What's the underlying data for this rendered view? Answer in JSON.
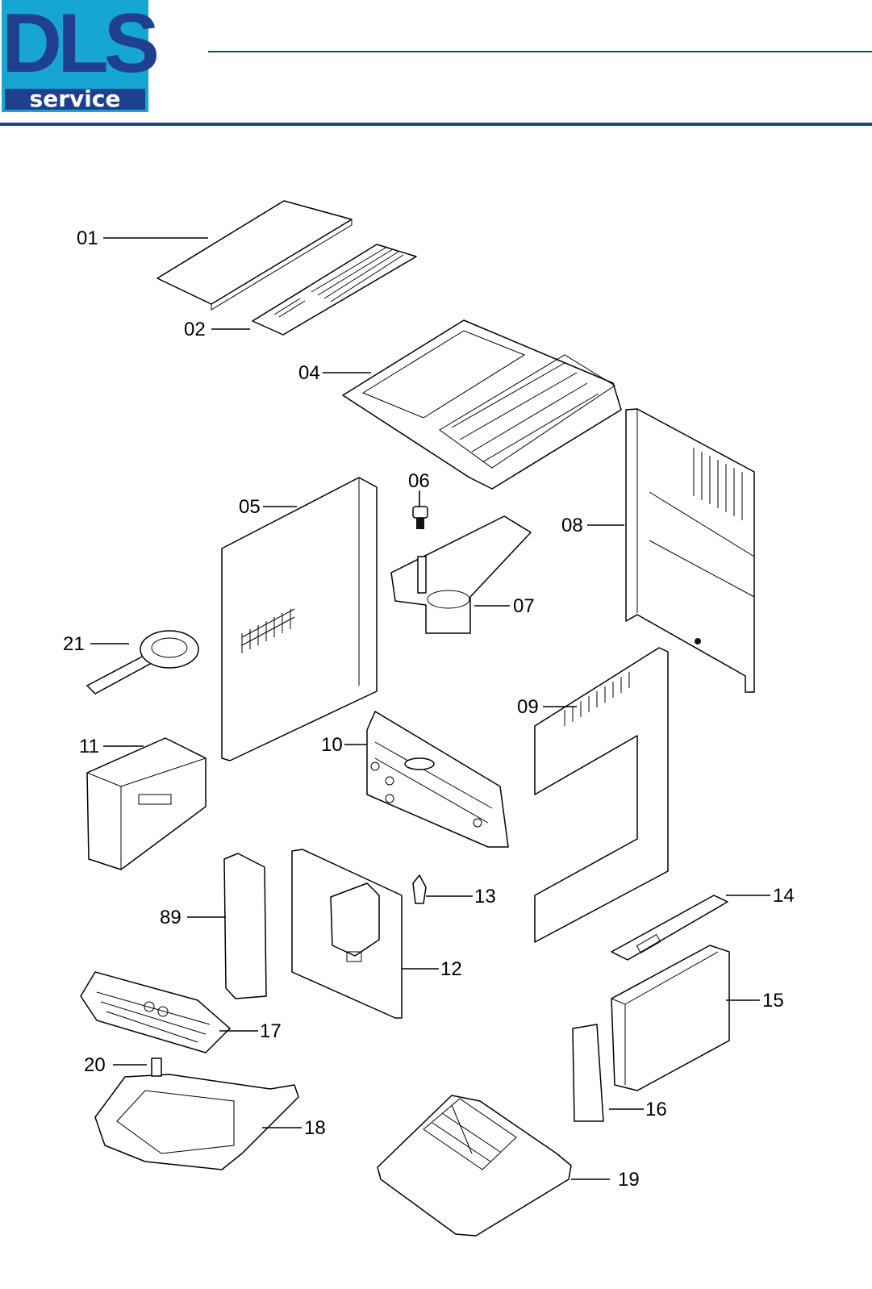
{
  "logo": {
    "top_text": "DLS",
    "bottom_text": "service",
    "colors": {
      "background": "#17a6d2",
      "dark": "#1f3f8f"
    }
  },
  "labels": {
    "p01": "01",
    "p02": "02",
    "p04": "04",
    "p05": "05",
    "p06": "06",
    "p07": "07",
    "p08": "08",
    "p09": "09",
    "p10": "10",
    "p11": "11",
    "p12": "12",
    "p13": "13",
    "p14": "14",
    "p15": "15",
    "p16": "16",
    "p17": "17",
    "p18": "18",
    "p19": "19",
    "p20": "20",
    "p21": "21",
    "p89": "89"
  }
}
